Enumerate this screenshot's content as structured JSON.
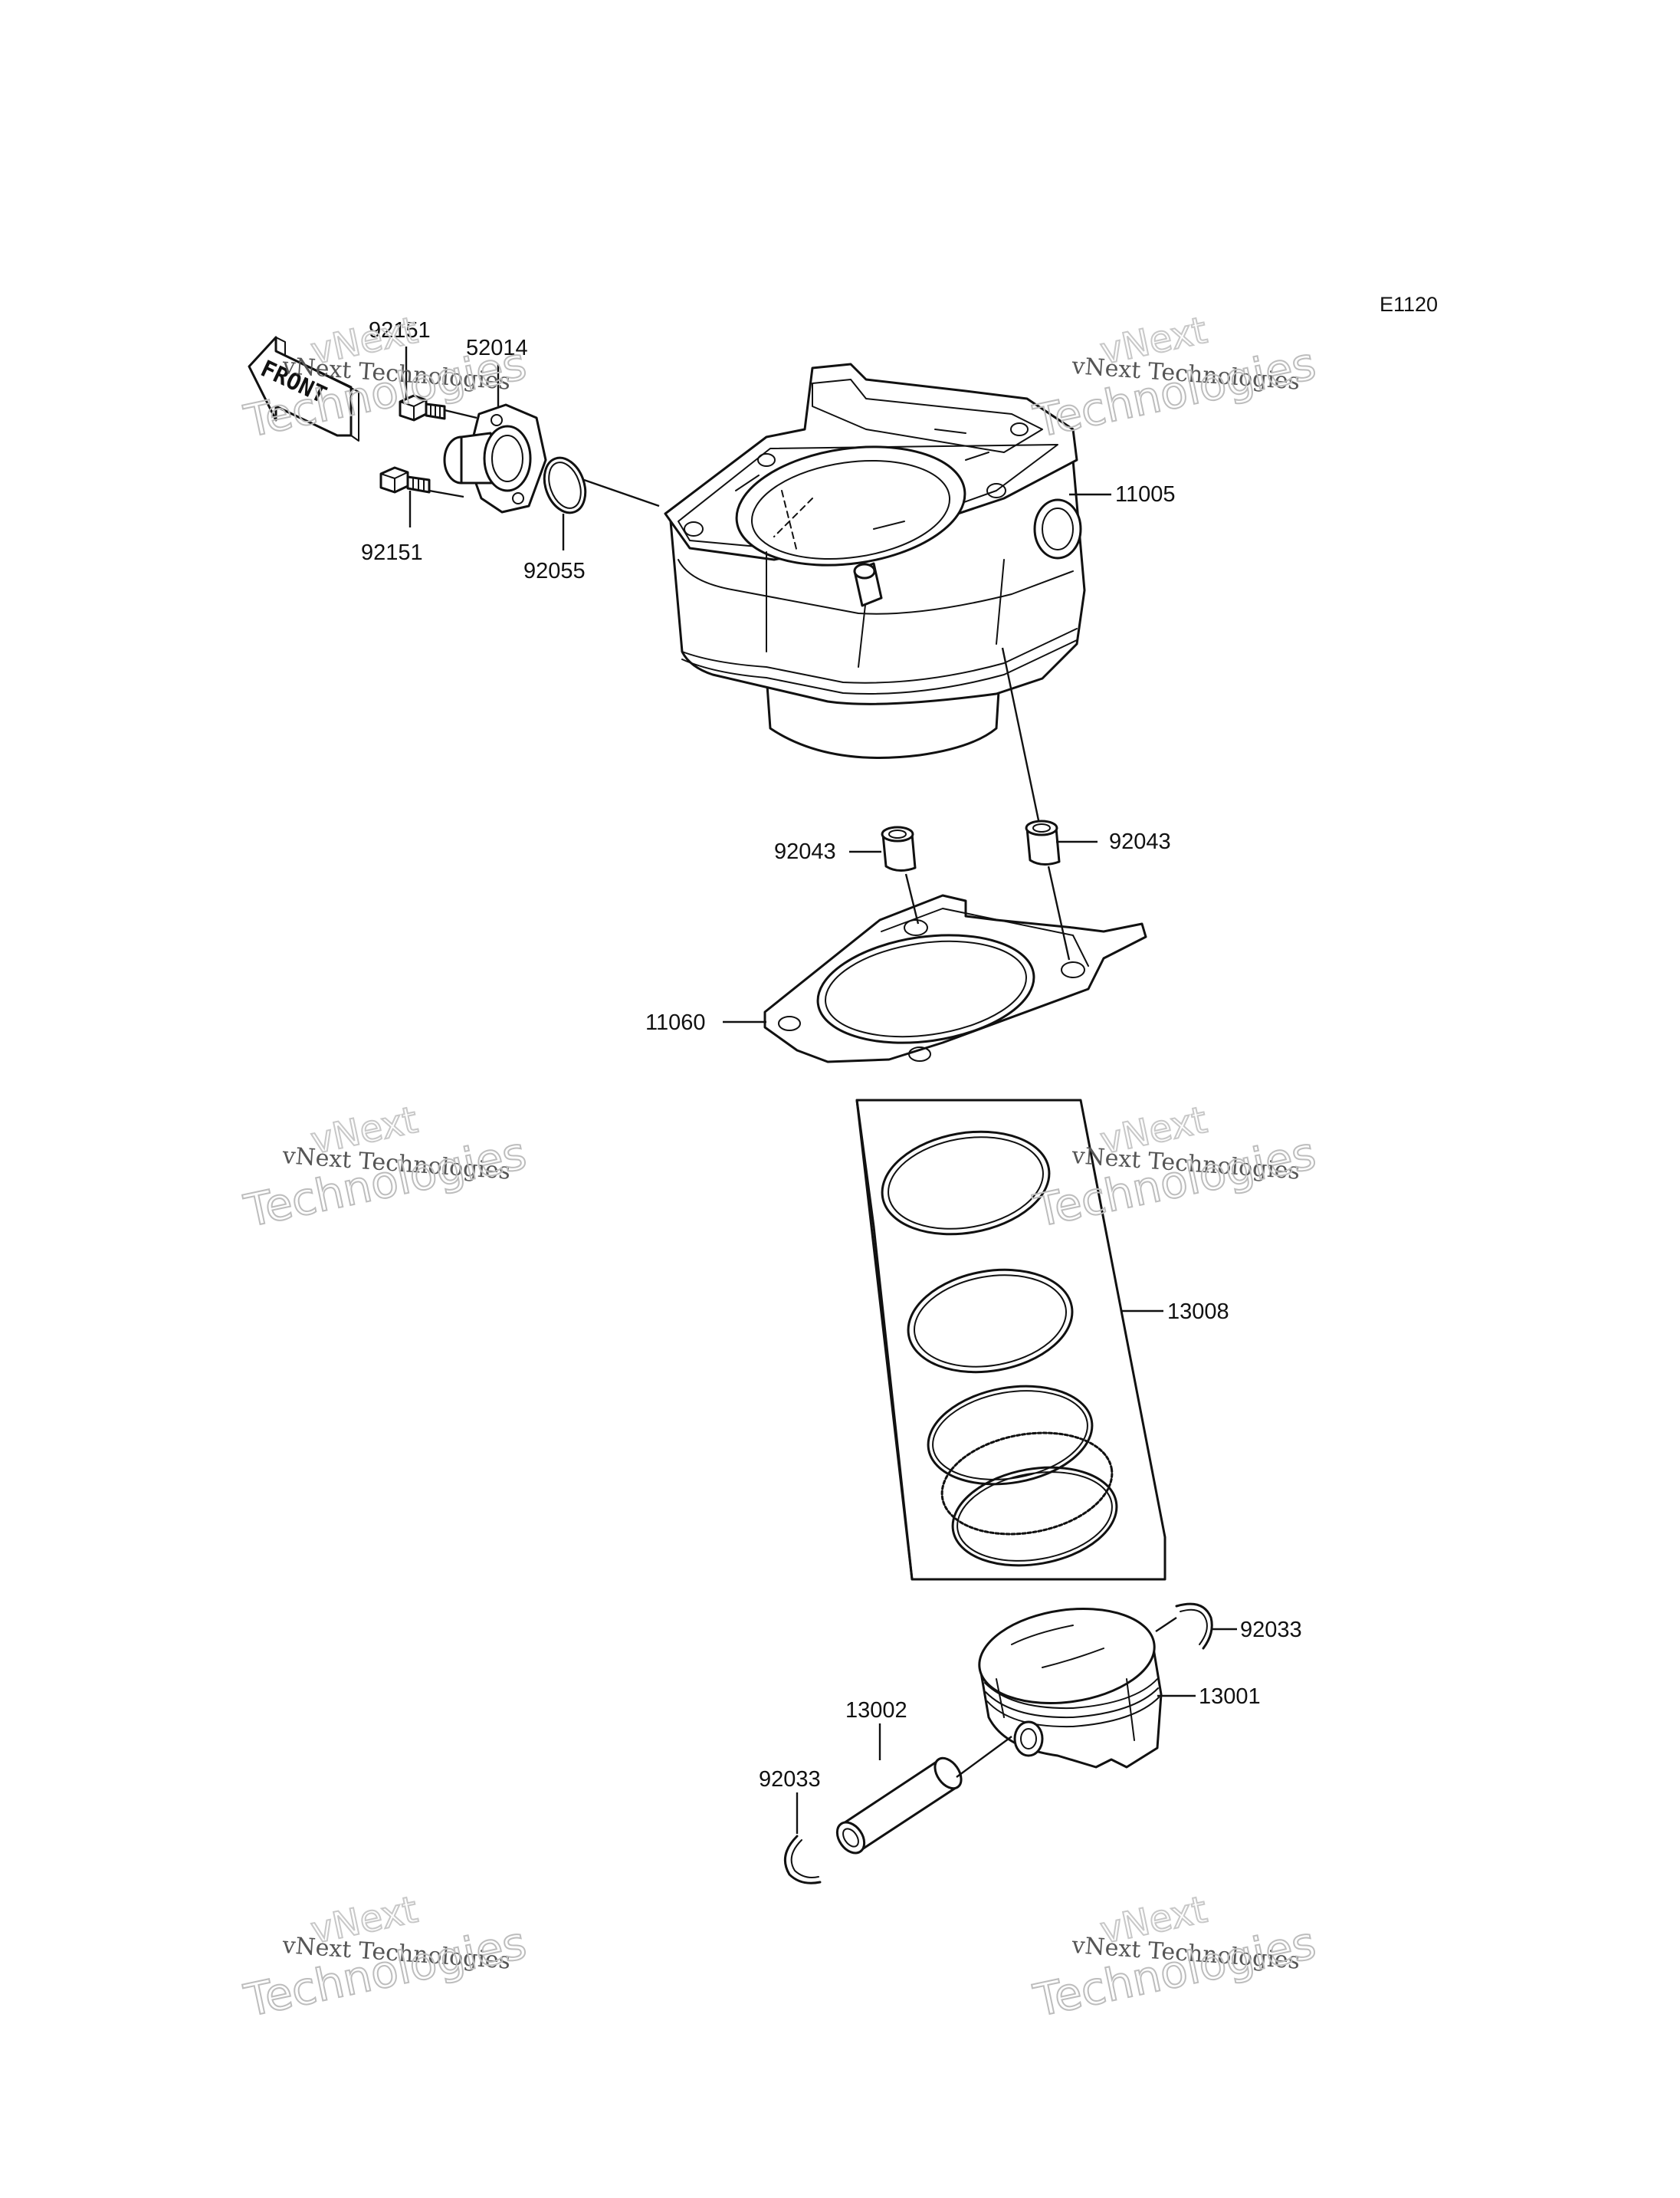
{
  "diagram_code": "E1120",
  "front_marker": "FRONT",
  "watermark": {
    "line1": "vNext Technologies",
    "line2": "Technologies",
    "line3": "vNext"
  },
  "parts": {
    "p92151_top": "92151",
    "p52014": "52014",
    "p92151_bottom": "92151",
    "p92055": "92055",
    "p11005": "11005",
    "p92043_left": "92043",
    "p92043_right": "92043",
    "p11060": "11060",
    "p13008": "13008",
    "p92033_right": "92033",
    "p13001": "13001",
    "p13002": "13002",
    "p92033_left": "92033"
  }
}
